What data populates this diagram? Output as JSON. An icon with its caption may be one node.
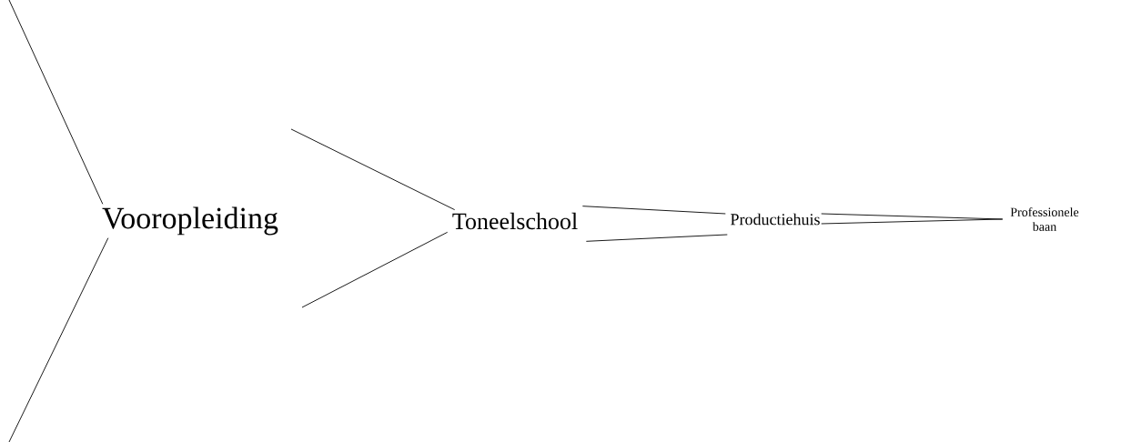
{
  "diagram": {
    "nodes": [
      {
        "text": [
          "Vooropleiding"
        ]
      },
      {
        "text": [
          "Toneelschool"
        ]
      },
      {
        "text": [
          "Productiehuis"
        ]
      },
      {
        "text": [
          "Professionele baan"
        ]
      }
    ],
    "edges": [
      {
        "from": null,
        "to": 0,
        "arrow": "none"
      },
      {
        "from": null,
        "to": 0,
        "arrow": "none"
      },
      {
        "from": null,
        "to": 1,
        "arrow": "none"
      },
      {
        "from": null,
        "to": 1,
        "arrow": "none"
      },
      {
        "from": 1,
        "to": 2,
        "arrow": "none"
      },
      {
        "from": 1,
        "to": 2,
        "arrow": "none"
      },
      {
        "from": 2,
        "to": 3,
        "arrow": "none"
      },
      {
        "from": 2,
        "to": 3,
        "arrow": "none"
      }
    ]
  }
}
